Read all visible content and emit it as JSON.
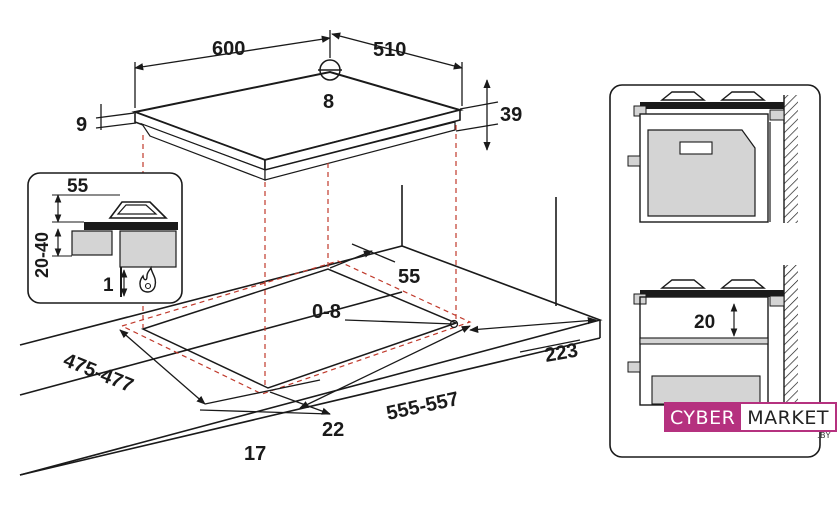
{
  "dimensions": {
    "hob_width": "600",
    "hob_depth": "510",
    "hob_edge": "9",
    "hob_height": "39",
    "gas_inlet": "8",
    "inset_height": "55",
    "inset_range": "20-40",
    "inset_gap": "1",
    "cutout_back": "55",
    "cutout_offset": "0-8",
    "cutout_depth": "475-477",
    "cutout_width": "555-557",
    "cutout_side": "22",
    "worktop_front": "17",
    "wall_distance": "223",
    "oven_gap": "20"
  },
  "logo": {
    "part1": "CYBER",
    "part2": "MARKET",
    "suffix": ".BY"
  },
  "colors": {
    "line": "#1a1a1a",
    "dash": "#c0392b",
    "panel_fill": "#d4d4d4",
    "brand": "#b5317f"
  }
}
